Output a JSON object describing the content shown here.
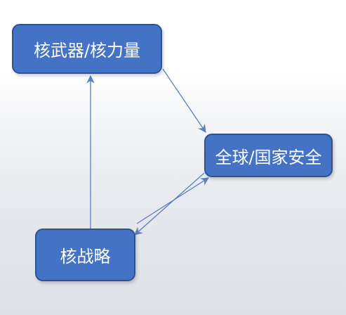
{
  "diagram": {
    "nodes": {
      "nuclear_weapons": "核武器/核力量",
      "security": "全球/国家安全",
      "strategy": "核战略"
    },
    "faint_labels": {
      "left": "",
      "mid": "",
      "low": "",
      "top": ""
    },
    "colors": {
      "node_fill": "#4472c4",
      "node_border": "#2f528f",
      "arrow": "#5b7fbf"
    }
  }
}
